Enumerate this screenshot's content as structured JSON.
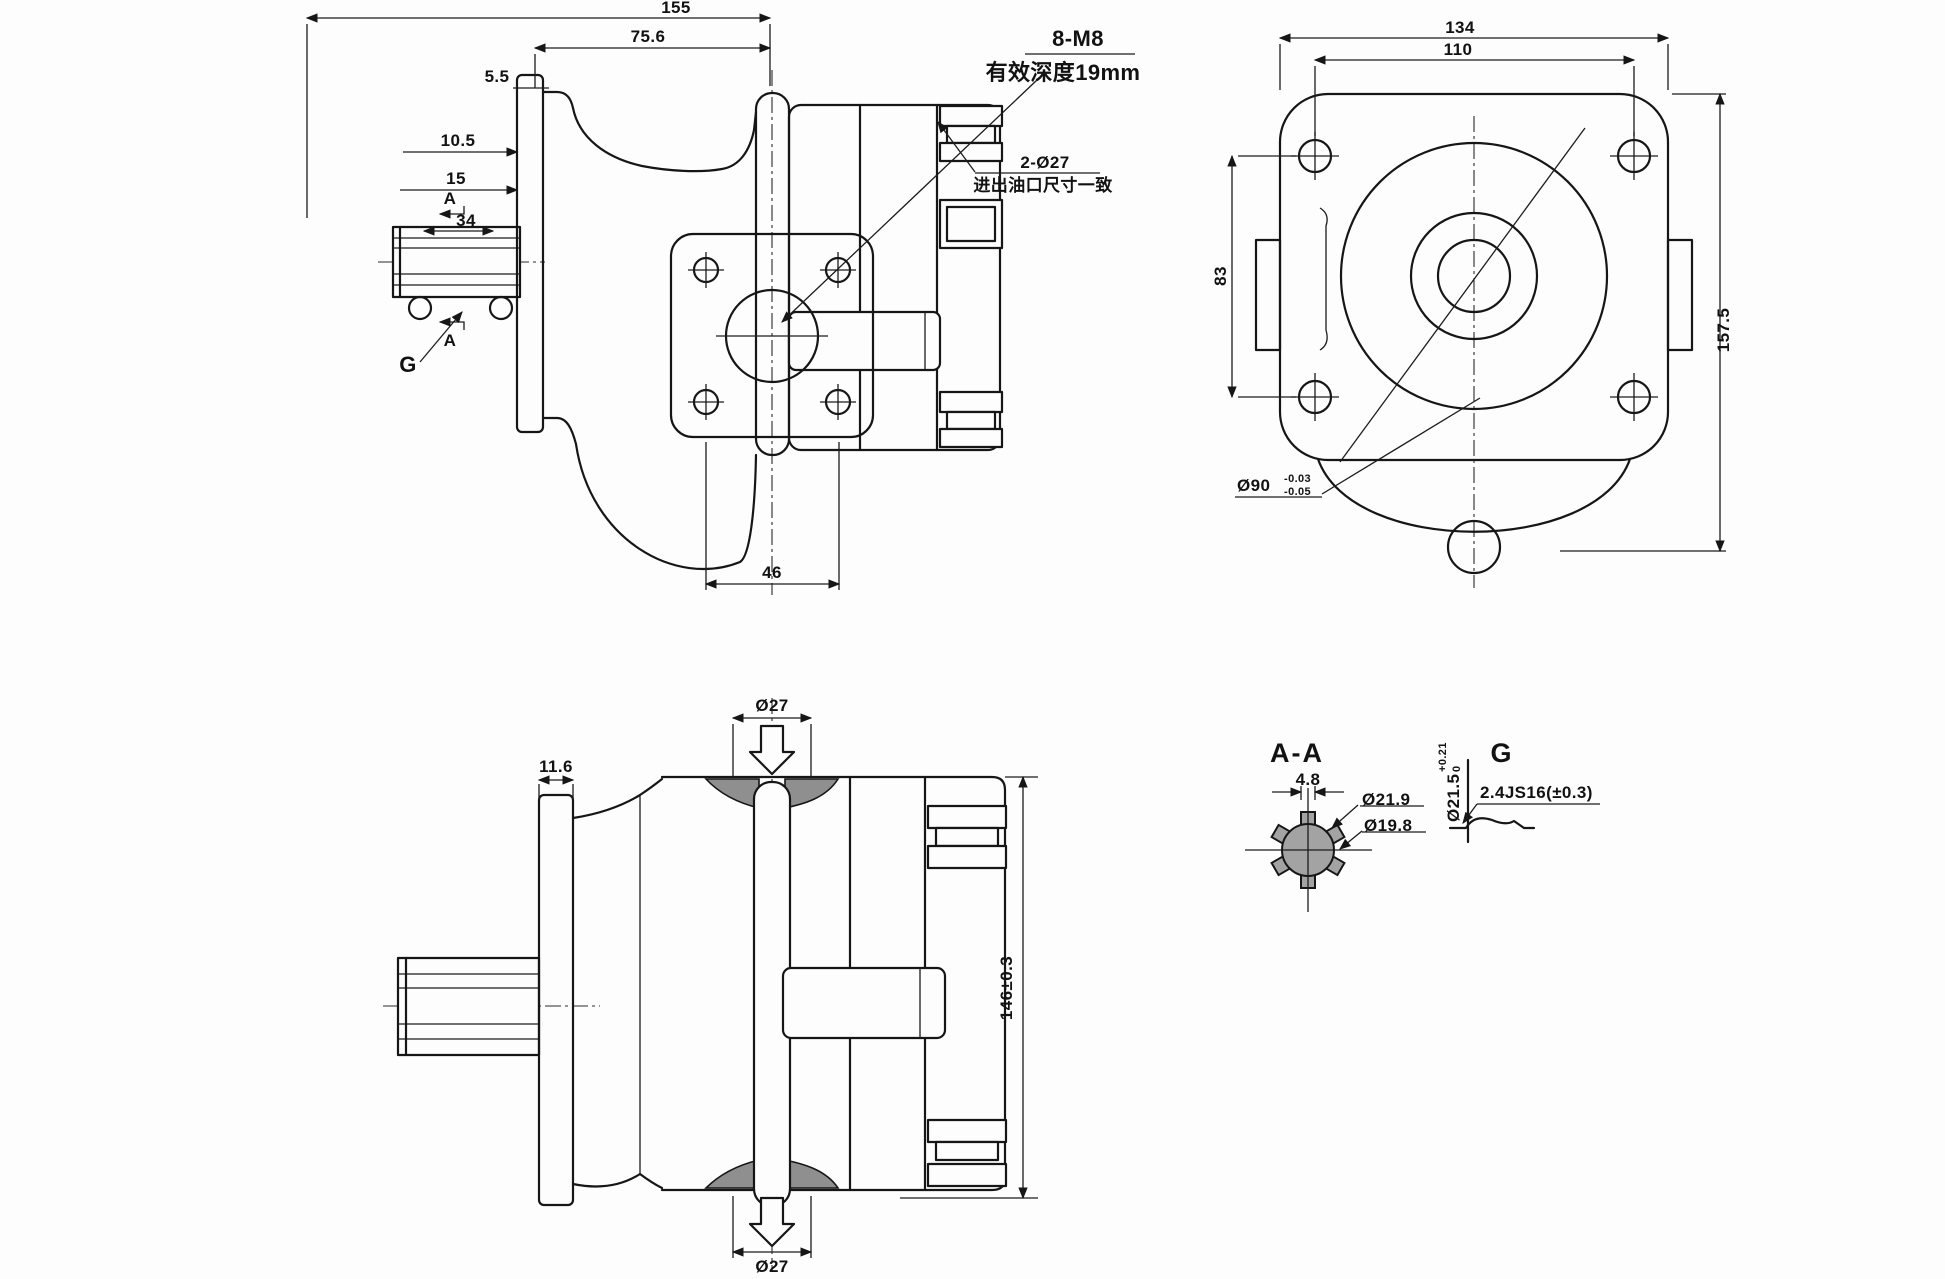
{
  "drawing": {
    "kind": "engineering outline drawing - hydraulic gear pump",
    "views": {
      "side": {
        "dim_overall_length": "155",
        "dim_body_length": "75.6",
        "dim_flange_thickness": "5.5",
        "dim_shaft_len1": "10.5",
        "dim_shaft_len2": "15",
        "dim_shaft_len3": "34",
        "dim_port_face": "46",
        "section_label_top": "A",
        "section_label_bottom": "A",
        "detail_label": "G",
        "note_bolts_line1": "8-M8",
        "note_bolts_line2": "有效深度19mm",
        "note_ports_line1": "2-Ø27",
        "note_ports_line2": "进出油口尺寸一致"
      },
      "front": {
        "dim_flange_width": "134",
        "dim_bolt_spacing_h": "110",
        "dim_bolt_spacing_v": "83",
        "dim_overall_height": "157.5",
        "dim_spigot": "Ø90",
        "tol_spigot_upper": "-0.03",
        "tol_spigot_lower": "-0.05"
      },
      "bottom_side": {
        "dim_flange_thickness": "11.6",
        "dim_port_top": "Ø27",
        "dim_port_bottom": "Ø27",
        "dim_port_centers": "146±0.3"
      },
      "section_aa": {
        "title": "A-A",
        "dim_tooth_width": "4.8",
        "dim_spline_od": "Ø21.9",
        "dim_spline_root": "Ø19.8"
      },
      "detail_g": {
        "title": "G",
        "dim_groove_dia": "Ø21.5",
        "tol_groove_upper": "+0.21",
        "tol_groove_lower": "0",
        "dim_groove_width": "2.4JS16(±0.3)"
      }
    }
  }
}
